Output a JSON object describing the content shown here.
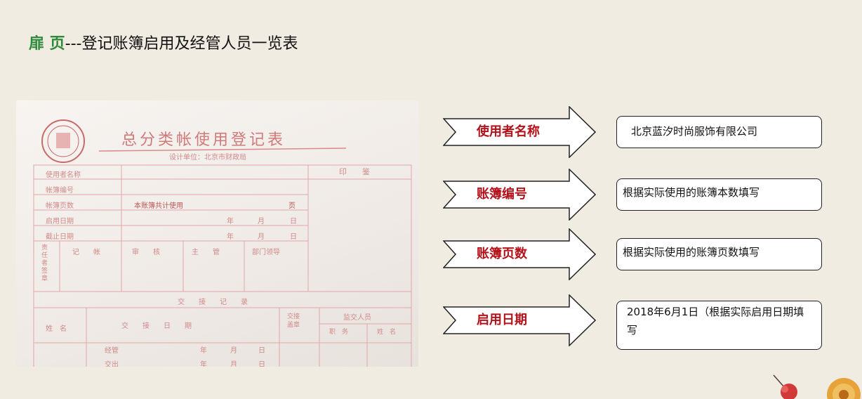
{
  "title": {
    "prefix": "扉 页",
    "rest": "---登记账簿启用及经管人员一览表"
  },
  "form_photo": {
    "heading": "总分类帐使用登记表",
    "subheading": "设计单位：北京市财政局",
    "seal_label": "印　　鉴",
    "rows": [
      "使用者名称",
      "帐簿编号",
      "帐簿页数",
      "启用日期",
      "截止日期"
    ],
    "pages_note": "本账簿共计使用",
    "page_unit": "页",
    "year": "年",
    "month": "月",
    "day": "日",
    "responsible": "责任者签章",
    "bookkeeping": "记　　帐",
    "audit": "审　　核",
    "supervisor": "主　　管",
    "dept_head": "部门领导",
    "handover": "交　　接　　记　　录",
    "name": "姓　名",
    "handover_date": "交　　接　　日　　期",
    "handover_sign": "交接盖章",
    "supervisor_person": "监交人员",
    "position": "职　务",
    "sign_name": "姓　名",
    "manage": "经管",
    "hand_out": "交出"
  },
  "items": [
    {
      "label": "使用者名称",
      "value": "北京蓝汐时尚服饰有限公司"
    },
    {
      "label": "账簿编号",
      "value": "根据实际使用的账簿本数填写"
    },
    {
      "label": "账簿页数",
      "value": "根据实际使用的账簿页数填写"
    },
    {
      "label": "启用日期",
      "value_line1": "2018年6月1日（根据实际启用日期填",
      "value_line2": "写"
    }
  ],
  "colors": {
    "background": "#f1ece2",
    "title_accent": "#2e8b3c",
    "label_red": "#b3121a",
    "form_ink": "#d98a8a"
  }
}
